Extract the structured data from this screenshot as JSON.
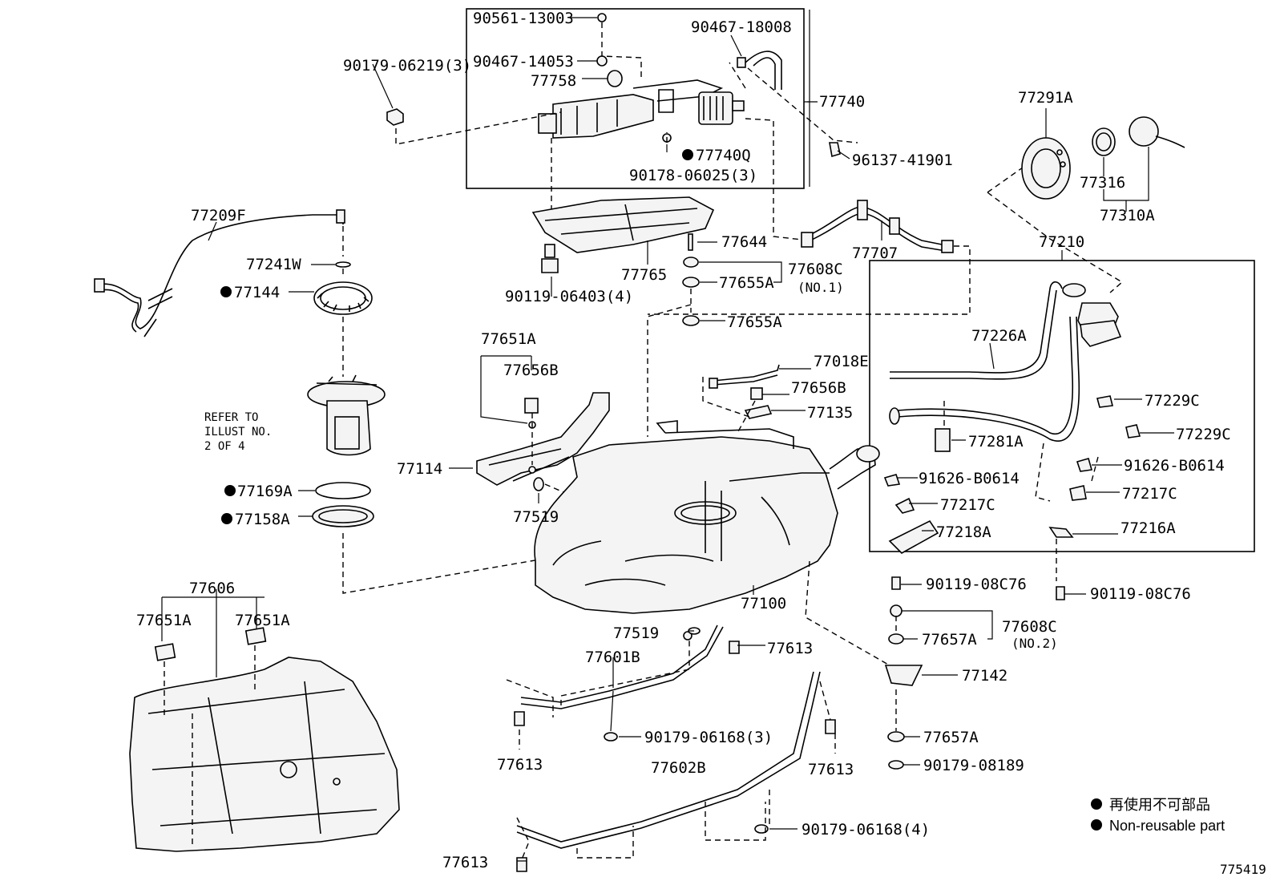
{
  "labels": {
    "l_90561_13003": "90561-13003",
    "l_90467_14053": "90467-14053",
    "l_77758": "77758",
    "l_90467_18008": "90467-18008",
    "l_77740": "77740",
    "l_77740q": "77740Q",
    "l_90178_06025": "90178-06025(3)",
    "l_96137_41901": "96137-41901",
    "l_90179_06219": "90179-06219(3)",
    "l_77291a": "77291A",
    "l_77316": "77316",
    "l_77310a": "77310A",
    "l_77209f": "77209F",
    "l_77241w": "77241W",
    "l_77144": "77144",
    "l_77644": "77644",
    "l_77765": "77765",
    "l_77608c_1": "77608C",
    "l_no1": "(NO.1)",
    "l_77655a_1": "77655A",
    "l_77655a_2": "77655A",
    "l_90119_06403": "90119-06403(4)",
    "l_77707": "77707",
    "l_77210": "77210",
    "l_77226a": "77226A",
    "l_77229c_1": "77229C",
    "l_77229c_2": "77229C",
    "l_77281a": "77281A",
    "l_91626_b0614_1": "91626-B0614",
    "l_91626_b0614_2": "91626-B0614",
    "l_77217c_1": "77217C",
    "l_77217c_2": "77217C",
    "l_77218a": "77218A",
    "l_77216a": "77216A",
    "l_77651a_1": "77651A",
    "l_77656b_1": "77656B",
    "l_77018e": "77018E",
    "l_77656b_2": "77656B",
    "l_77135": "77135",
    "l_77114": "77114",
    "l_77519_1": "77519",
    "l_77169a": "77169A",
    "l_77158a": "77158A",
    "l_refer1": "REFER TO",
    "l_refer2": "ILLUST NO.",
    "l_refer3": "2 OF 4",
    "l_77100": "77100",
    "l_90119_08c76_1": "90119-08C76",
    "l_90119_08c76_2": "90119-08C76",
    "l_77608c_2": "77608C",
    "l_no2": "(NO.2)",
    "l_77657a_1": "77657A",
    "l_77142": "77142",
    "l_77657a_2": "77657A",
    "l_90179_08189": "90179-08189",
    "l_77606": "77606",
    "l_77651a_2": "77651A",
    "l_77651a_3": "77651A",
    "l_77519_2": "77519",
    "l_77601b": "77601B",
    "l_77613_1": "77613",
    "l_77613_2": "77613",
    "l_90179_06168_3": "90179-06168(3)",
    "l_77602b": "77602B",
    "l_77613_3": "77613",
    "l_77613_4": "77613",
    "l_90179_06168_4": "90179-06168(4)"
  },
  "legend": {
    "jp": "再使用不可部品",
    "en": "Non-reusable part"
  },
  "figure_id": "775419",
  "non_reusable_marker": "bullet-icon"
}
